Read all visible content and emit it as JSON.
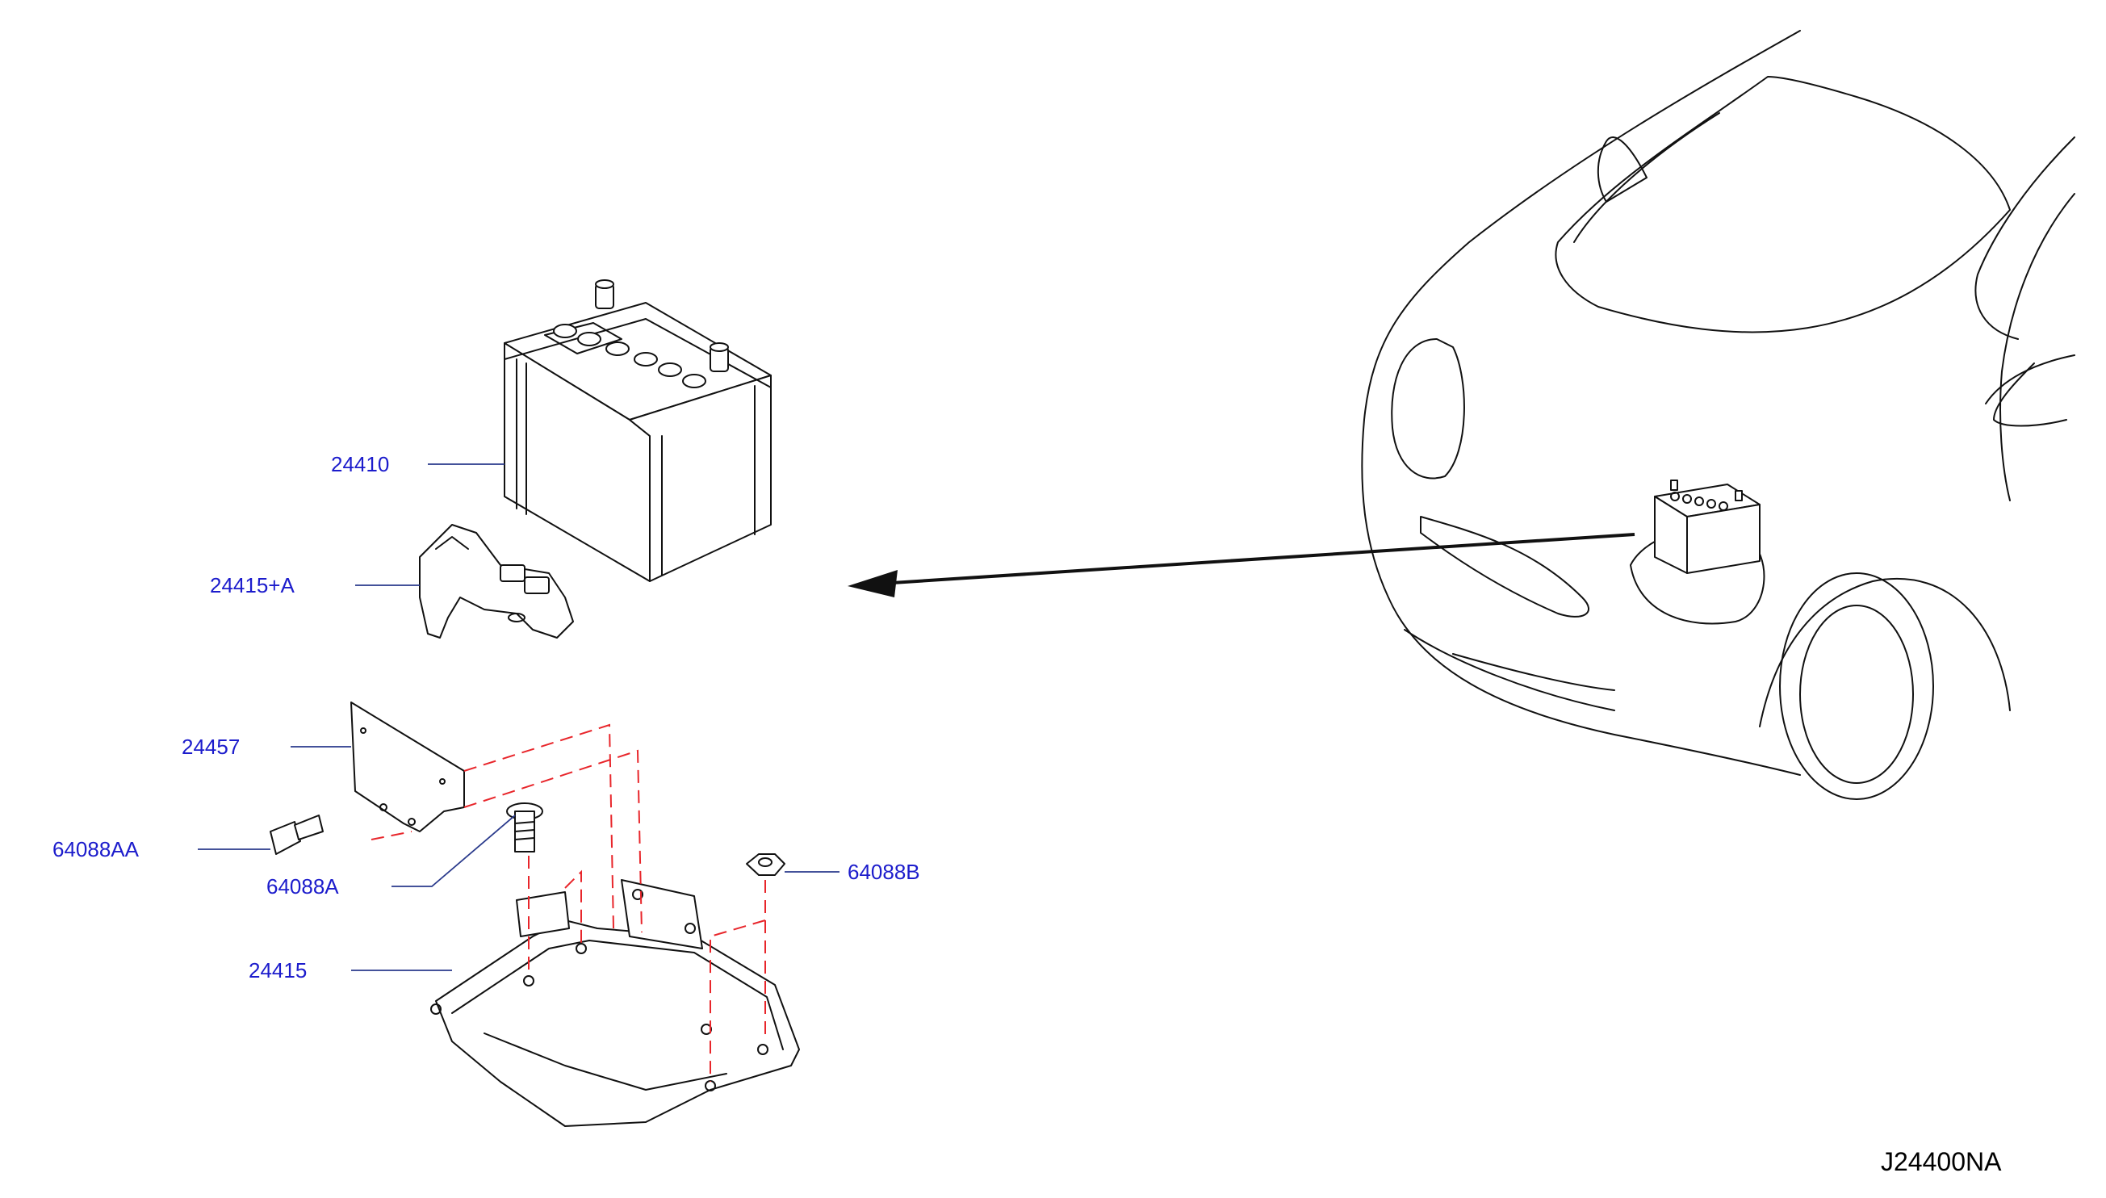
{
  "diagram": {
    "code": "J24400NA",
    "colors": {
      "label": "#1c1ccc",
      "leader": "#2a3a8c",
      "ink": "#111111",
      "dashed_guide": "#e8262b",
      "background": "#ffffff"
    },
    "parts": [
      {
        "id": "battery",
        "number": "24410"
      },
      {
        "id": "battery-frame",
        "number": "24415+A"
      },
      {
        "id": "battery-cover",
        "number": "24457"
      },
      {
        "id": "bolt-aa",
        "number": "64088AA"
      },
      {
        "id": "bolt-a",
        "number": "64088A"
      },
      {
        "id": "nut-b",
        "number": "64088B"
      },
      {
        "id": "battery-tray",
        "number": "24415"
      }
    ]
  }
}
